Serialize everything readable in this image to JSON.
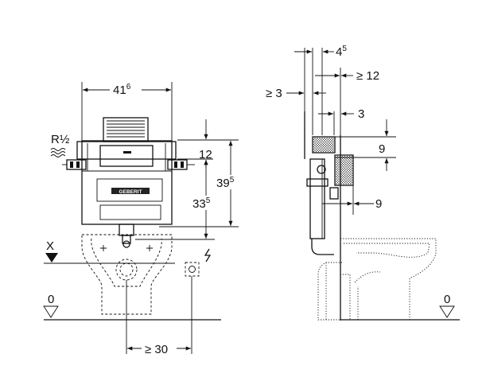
{
  "front_view": {
    "width_dim": {
      "main": "41",
      "sup": "6"
    },
    "thread_label": "R½",
    "dim_12": "12",
    "dim_39_5": {
      "main": "39",
      "sup": "5"
    },
    "dim_33_5": {
      "main": "33",
      "sup": "5"
    },
    "floor_level_label": "0",
    "finished_level_label": "X",
    "min_spacing": "≥ 30",
    "brand_logo": "GEBERIT"
  },
  "side_view": {
    "dim_4_5": {
      "main": "4",
      "sup": "5"
    },
    "dim_ge_12": "≥ 12",
    "dim_ge_3": "≥ 3",
    "dim_3": "3",
    "dim_9_upper": "9",
    "dim_9_lower": "9",
    "floor_level_label": "0"
  },
  "icons": {
    "water_supply": "water-wave-icon",
    "electrical": "lightning-icon",
    "floor_reference": "level-triangle-icon"
  }
}
